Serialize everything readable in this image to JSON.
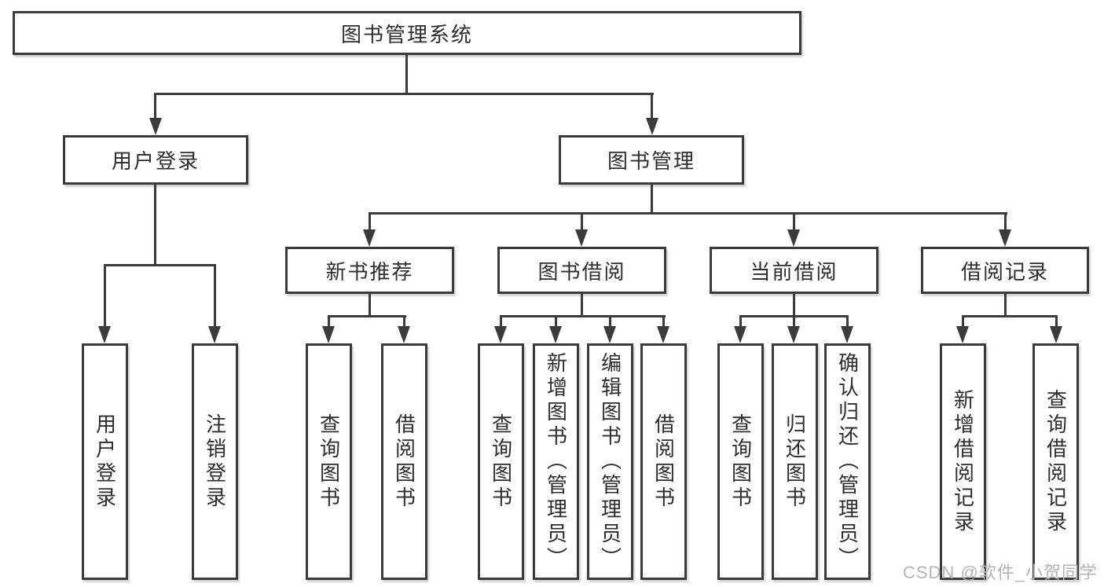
{
  "diagram": {
    "root_label": "图书管理系统",
    "branches": [
      {
        "label": "用户登录",
        "children": [
          {
            "label": "用户登录"
          },
          {
            "label": "注销登录"
          }
        ]
      },
      {
        "label": "图书管理",
        "children": [
          {
            "label": "新书推荐",
            "children": [
              {
                "label": "查询图书"
              },
              {
                "label": "借阅图书"
              }
            ]
          },
          {
            "label": "图书借阅",
            "children": [
              {
                "label": "查询图书"
              },
              {
                "label": "新增图书（管理员）"
              },
              {
                "label": "编辑图书（管理员）"
              },
              {
                "label": "借阅图书"
              }
            ]
          },
          {
            "label": "当前借阅",
            "children": [
              {
                "label": "查询图书"
              },
              {
                "label": "归还图书"
              },
              {
                "label": "确认归还（管理员）"
              }
            ]
          },
          {
            "label": "借阅记录",
            "children": [
              {
                "label": "新增借阅记录"
              },
              {
                "label": "查询借阅记录"
              }
            ]
          }
        ]
      }
    ],
    "watermark": "CSDN @软件_小贺同学",
    "colors": {
      "line": "#3b3b3b",
      "text": "#2d2d2d",
      "watermark": "#b4b4b4",
      "background": "#ffffff"
    }
  }
}
